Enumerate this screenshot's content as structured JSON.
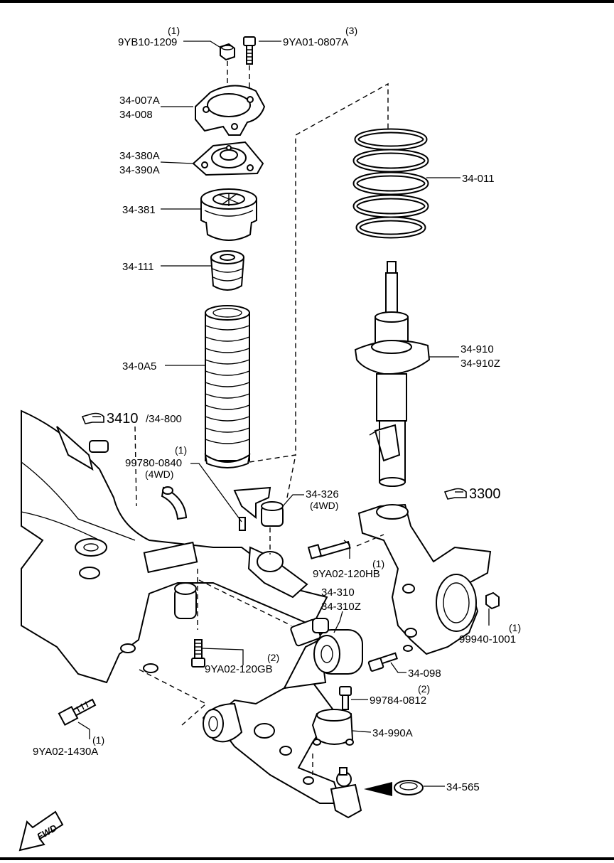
{
  "parts": {
    "nut_9yb10": {
      "code": "9YB10-1209",
      "qty": "(1)"
    },
    "bolt_9ya01": {
      "code": "9YA01-0807A",
      "qty": "(3)"
    },
    "plate_34_007": {
      "code_a": "34-007A",
      "code_b": "34-008"
    },
    "mount_34_380": {
      "code_a": "34-380A",
      "code_b": "34-390A"
    },
    "bearing_34_381": {
      "code": "34-381"
    },
    "bump_34_111": {
      "code": "34-111"
    },
    "boot_34_0a5": {
      "code": "34-0A5"
    },
    "spring_34_011": {
      "code": "34-011"
    },
    "strut_34_910": {
      "code_a": "34-910",
      "code_b": "34-910Z"
    },
    "ref_3410": {
      "code": "3410",
      "suffix": "/34-800"
    },
    "bolt_99780": {
      "code": "99780-0840",
      "qty": "(1)",
      "note": "(4WD)"
    },
    "bracket_34_326": {
      "code": "34-326",
      "note": "(4WD)"
    },
    "ref_3300": {
      "code": "3300"
    },
    "bolt_9ya02_120hb": {
      "code": "9YA02-120HB",
      "qty": "(1)"
    },
    "arm_34_310": {
      "code_a": "34-310",
      "code_b": "34-310Z"
    },
    "nut_99940": {
      "code": "99940-1001",
      "qty": "(1)"
    },
    "bolt_9ya02_120gb": {
      "code": "9YA02-120GB",
      "qty": "(2)"
    },
    "bolt_34_098": {
      "code": "34-098"
    },
    "bolt_99784": {
      "code": "99784-0812",
      "qty": "(2)"
    },
    "bush_34_990": {
      "code": "34-990A"
    },
    "bolt_9ya02_1430": {
      "code": "9YA02-1430A",
      "qty": "(1)"
    },
    "cap_34_565": {
      "code": "34-565"
    }
  },
  "fwd_label": "FWD"
}
